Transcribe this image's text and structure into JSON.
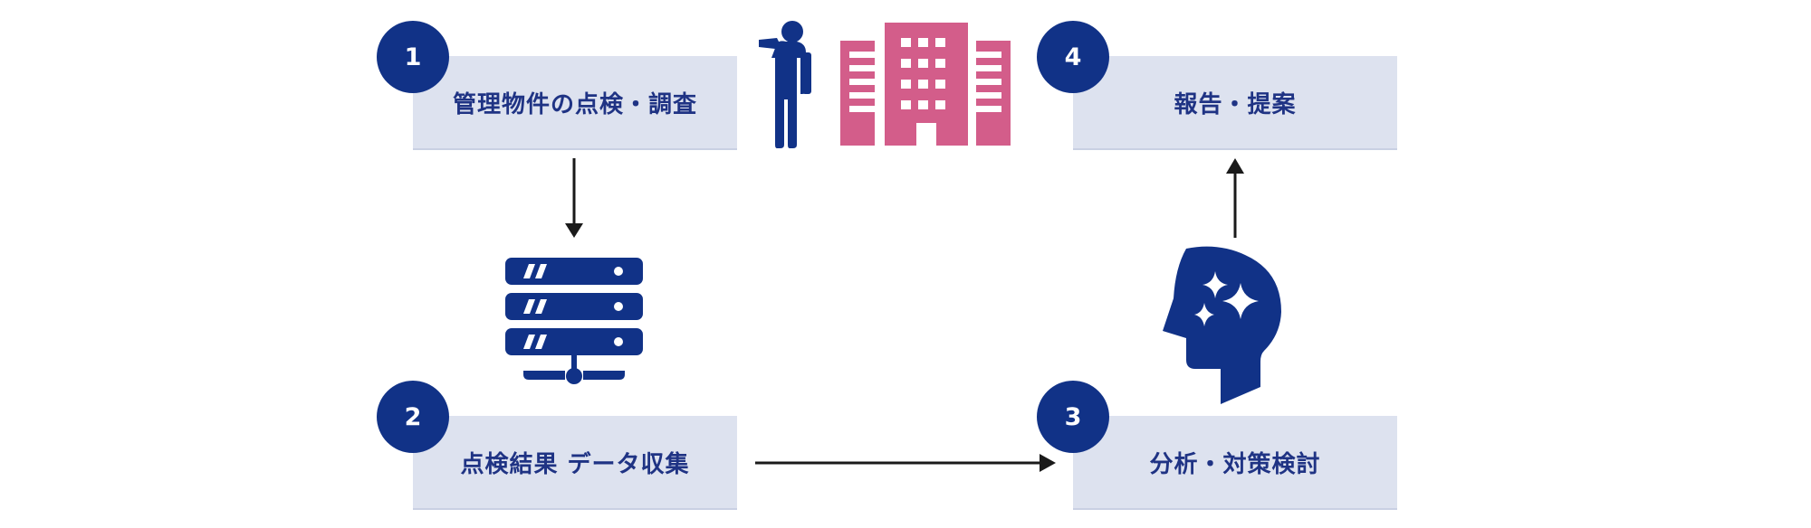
{
  "steps": [
    {
      "number": "1",
      "label": "管理物件の点検・調査"
    },
    {
      "number": "2",
      "label": "点検結果 データ収集"
    },
    {
      "number": "3",
      "label": "分析・対策検討"
    },
    {
      "number": "4",
      "label": "報告・提案"
    }
  ],
  "colors": {
    "navy": "#113287",
    "box_fill": "#dde2ef",
    "label_text": "#1f3384",
    "building_pink": "#d35d8a",
    "arrow": "#1a1a1a"
  },
  "icons": [
    "person-icon",
    "building-icon",
    "server-icon",
    "brain-sparkle-icon"
  ]
}
